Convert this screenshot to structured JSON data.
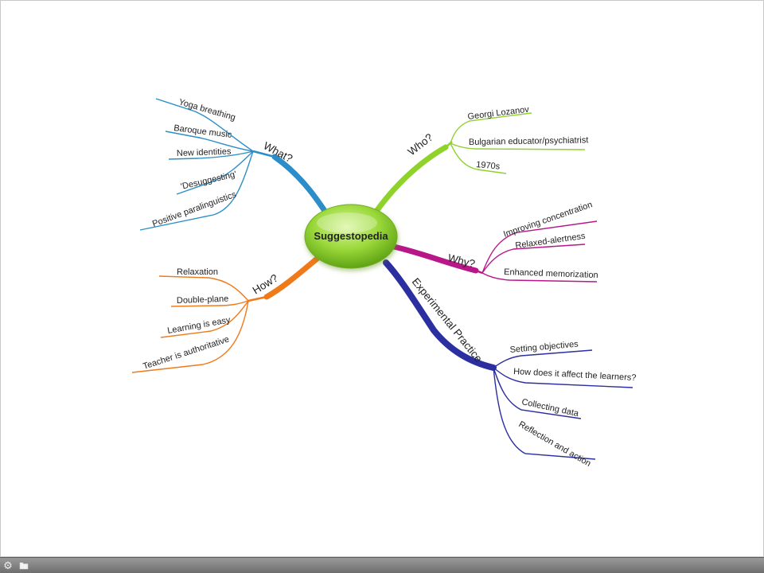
{
  "center": {
    "label": "Suggestopedia",
    "color": "#8ccd2c"
  },
  "branches": [
    {
      "id": "what",
      "label": "What?",
      "color": "#2c8ec8",
      "leaves": [
        "Yoga breathing",
        "Baroque music",
        "New identities",
        "'Desuggesting'",
        "Positive paralinguistics"
      ]
    },
    {
      "id": "who",
      "label": "Who?",
      "color": "#8fd22a",
      "leaves": [
        "Georgi Lozanov",
        "Bulgarian educator/psychiatrist",
        "1970s"
      ]
    },
    {
      "id": "why",
      "label": "Why?",
      "color": "#b8178a",
      "leaves": [
        "Improving concentration",
        "Relaxed-alertness",
        "Enhanced memorization"
      ]
    },
    {
      "id": "how",
      "label": "How?",
      "color": "#ef7a1a",
      "leaves": [
        "Relaxation",
        "Double-plane",
        "Learning is easy",
        "Teacher is authoritative"
      ]
    },
    {
      "id": "practice",
      "label": "Experimental Practice",
      "color": "#2b2fa0",
      "leaves": [
        "Setting objectives",
        "How does it affect the learners?",
        "Collecting data",
        "Reflection and action"
      ]
    }
  ],
  "toolbar": {
    "settings_icon": "gear-icon",
    "folder_icon": "folder-icon"
  }
}
